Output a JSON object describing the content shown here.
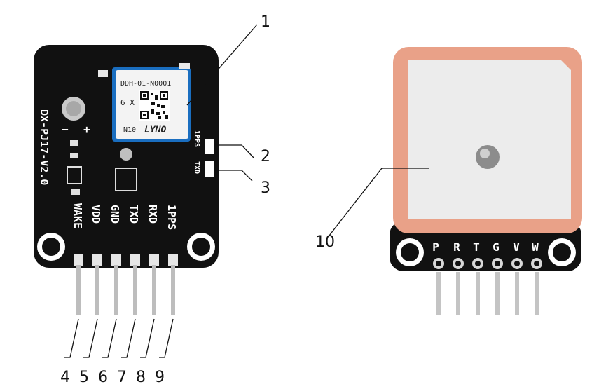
{
  "module_front": {
    "board_label": "DX-PJ17-V2.0",
    "module_text": {
      "line1": "DDH-01-N0001",
      "line2": "6 X",
      "brand": "LYNO",
      "model": "N10"
    },
    "battery_plus": "+",
    "battery_minus": "−",
    "led_labels": [
      "1PPS",
      "TXD"
    ],
    "pin_labels": [
      "WAKE",
      "VDD",
      "GND",
      "TXD",
      "RXD",
      "1PPS"
    ]
  },
  "module_back": {
    "pin_labels": [
      "P",
      "R",
      "T",
      "G",
      "V",
      "W"
    ]
  },
  "callouts": {
    "c1": "1",
    "c2": "2",
    "c3": "3",
    "c4": "4",
    "c5": "5",
    "c6": "6",
    "c7": "7",
    "c8": "8",
    "c9": "9",
    "c10": "10"
  },
  "colors": {
    "pcb": "#111111",
    "antenna_substrate": "#e9a188",
    "antenna_patch": "#ececec",
    "shield": "#d7d7d7",
    "pin_metal": "#b9b9b9"
  }
}
